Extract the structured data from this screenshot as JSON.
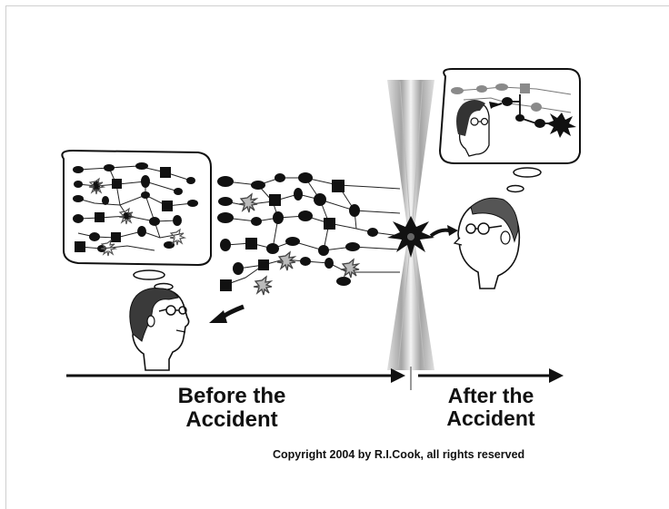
{
  "labels": {
    "before_line1": "Before the",
    "before_line2": "Accident",
    "after_line1": "After the",
    "after_line2": "Accident"
  },
  "copyright": "Copyright 2004 by R.I.Cook, all rights reserved",
  "icons": [
    "thought-cloud",
    "person-head",
    "explosion-burst",
    "timeline-arrow",
    "process-network"
  ],
  "colors": {
    "ink": "#111111",
    "gray_node": "#8a8a8a",
    "background": "#ffffff"
  }
}
